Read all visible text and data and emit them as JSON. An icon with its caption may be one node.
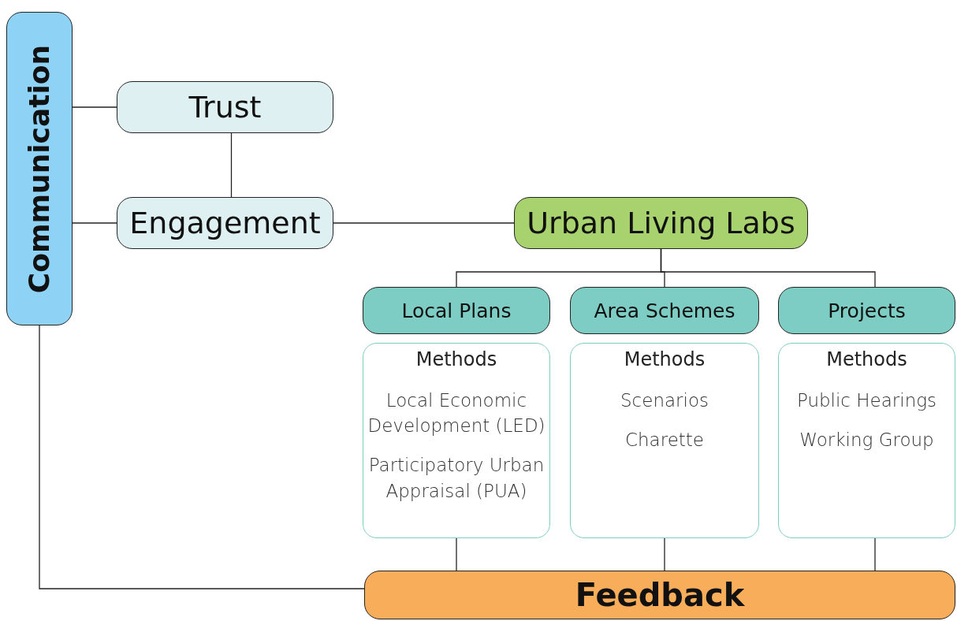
{
  "diagram": {
    "nodes": [
      {
        "text": [
          "Communication"
        ]
      },
      {
        "text": [
          "Trust"
        ]
      },
      {
        "text": [
          "Engagement"
        ]
      },
      {
        "text": [
          "Urban Living Labs"
        ]
      },
      {
        "text": [
          "Local Plans"
        ]
      },
      {
        "text": [
          "Area Schemes"
        ]
      },
      {
        "text": [
          "Projects"
        ]
      },
      {
        "text": [
          "Methods",
          "Local Economic Development (LED)",
          "Participatory Urban Appraisal (PUA)"
        ]
      },
      {
        "text": [
          "Methods",
          "Scenarios",
          "Charette"
        ]
      },
      {
        "text": [
          "Methods",
          "Public Hearings",
          "Working Group"
        ]
      },
      {
        "text": [
          "Feedback"
        ]
      }
    ],
    "edges": [
      {
        "from": 0,
        "to": 1,
        "arrow": "none"
      },
      {
        "from": 1,
        "to": 2,
        "arrow": "none"
      },
      {
        "from": 0,
        "to": 2,
        "arrow": "none"
      },
      {
        "from": 2,
        "to": 3,
        "arrow": "none"
      },
      {
        "from": 3,
        "to": 4,
        "arrow": "none"
      },
      {
        "from": 3,
        "to": 5,
        "arrow": "none"
      },
      {
        "from": 3,
        "to": 6,
        "arrow": "none"
      },
      {
        "from": 7,
        "to": 10,
        "arrow": "none"
      },
      {
        "from": 8,
        "to": 10,
        "arrow": "none"
      },
      {
        "from": 9,
        "to": 10,
        "arrow": "none"
      },
      {
        "from": 0,
        "to": 10,
        "arrow": "none"
      }
    ]
  }
}
